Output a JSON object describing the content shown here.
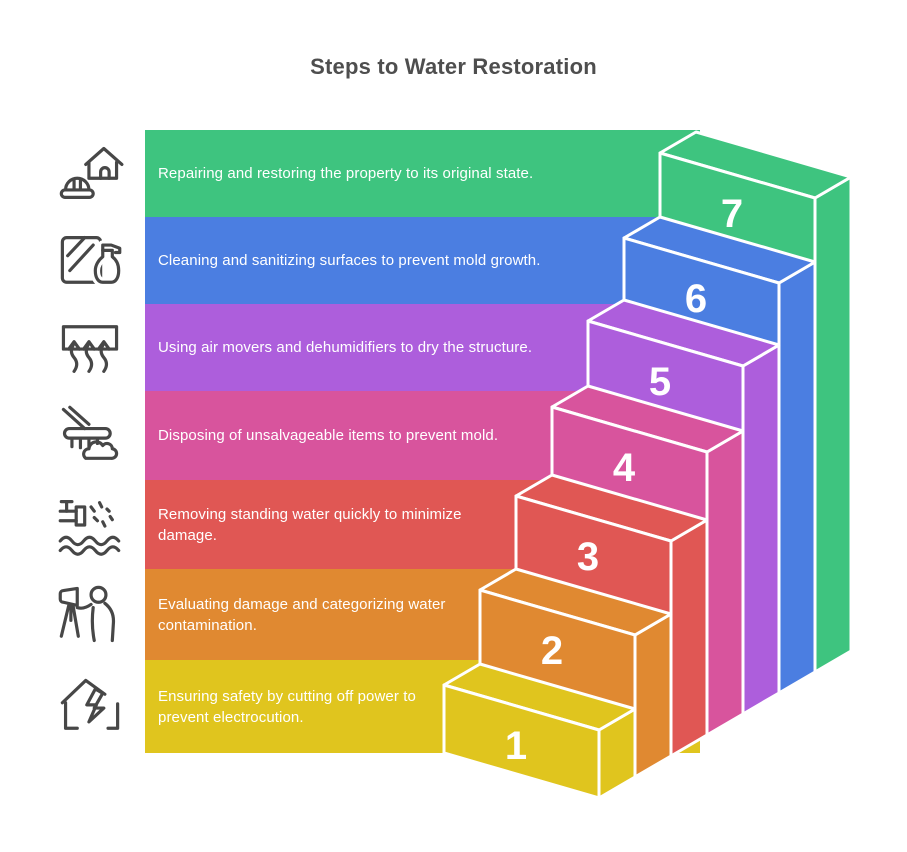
{
  "title": "Steps to Water Restoration",
  "steps": [
    {
      "number": "1",
      "label": "Ensuring safety by cutting off power to prevent electrocution.",
      "color": "#e0c51e",
      "icon": "power-cut-house-icon"
    },
    {
      "number": "2",
      "label": "Evaluating damage and categorizing water contamination.",
      "color": "#e08931",
      "icon": "surveyor-camera-icon"
    },
    {
      "number": "3",
      "label": "Removing standing water quickly to minimize damage.",
      "color": "#e05754",
      "icon": "water-pump-icon"
    },
    {
      "number": "4",
      "label": "Disposing of unsalvageable items to prevent mold.",
      "color": "#d8549d",
      "icon": "broom-sweeping-icon"
    },
    {
      "number": "5",
      "label": "Using air movers and dehumidifiers to dry the structure.",
      "color": "#ad5edc",
      "icon": "air-mover-icon"
    },
    {
      "number": "6",
      "label": "Cleaning and sanitizing surfaces to prevent mold growth.",
      "color": "#4b7ee1",
      "icon": "cleaning-spray-icon"
    },
    {
      "number": "7",
      "label": "Repairing and restoring the property to its original state.",
      "color": "#3ec47f",
      "icon": "house-repair-icon"
    }
  ]
}
